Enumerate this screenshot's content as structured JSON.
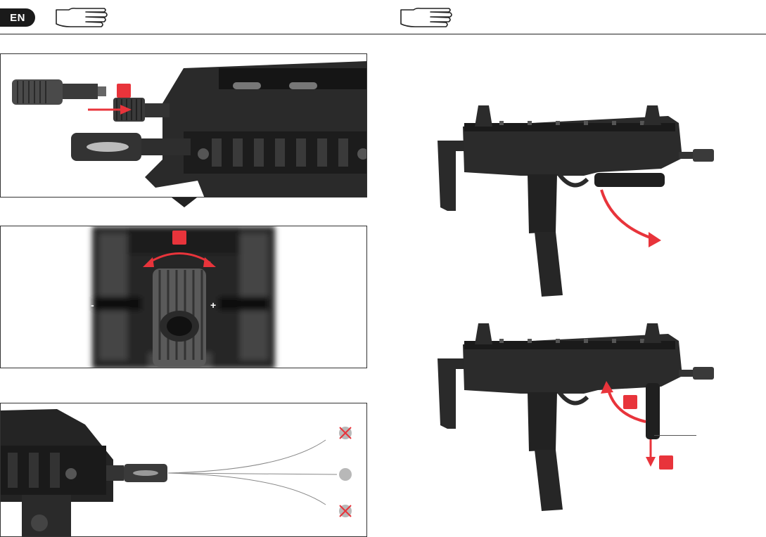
{
  "header": {
    "language_code": "EN",
    "icon_left": "hand-pointing-icon",
    "icon_right": "hand-pointing-icon"
  },
  "colors": {
    "accent": "#e8343b",
    "rule": "#222222",
    "badge_bg": "#1a1a1a"
  },
  "panels": [
    {
      "name": "muzzle-adapter-install",
      "step_badge": ""
    },
    {
      "name": "hop-up-adjust",
      "step_badge": "",
      "left_label": "-",
      "right_label": "+"
    },
    {
      "name": "trajectory-hop-up"
    },
    {
      "name": "foregrip-fold"
    },
    {
      "name": "foregrip-release",
      "step_badges": [
        "",
        ""
      ]
    }
  ]
}
